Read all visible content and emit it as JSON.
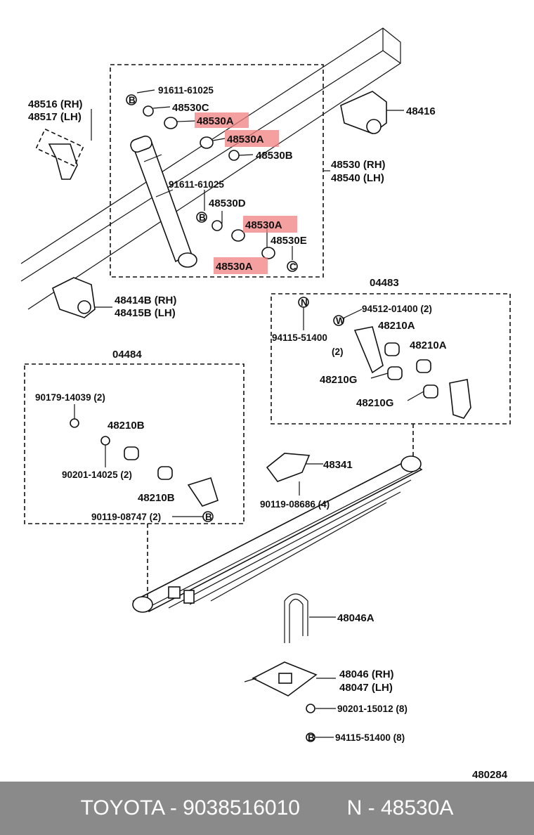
{
  "labels": {
    "p48516": "48516 (RH)",
    "p48517": "48517 (LH)",
    "p91611_a": "91611-61025",
    "p48530c": "48530C",
    "p48530a_1": "48530A",
    "p48530a_2": "48530A",
    "p48530b": "48530B",
    "p48416": "48416",
    "p48530rh": "48530 (RH)",
    "p48540lh": "48540 (LH)",
    "p91611_b": "91611-61025",
    "p48530d": "48530D",
    "p48530a_3": "48530A",
    "p48530e": "48530E",
    "p48530a_4": "48530A",
    "p48414b": "48414B (RH)",
    "p48415b": "48415B (LH)",
    "p04483": "04483",
    "p94512": "94512-01400 (2)",
    "p94115_a": "94115-51400",
    "p94115_a_qty": "(2)",
    "p48210a_1": "48210A",
    "p48210a_2": "48210A",
    "p48210g_1": "48210G",
    "p48210g_2": "48210G",
    "p04484": "04484",
    "p90179": "90179-14039 (2)",
    "p48210b_1": "48210B",
    "p90201_a": "90201-14025 (2)",
    "p48210b_2": "48210B",
    "p90119_a": "90119-08747 (2)",
    "p48341": "48341",
    "p90119_b": "90119-08686 (4)",
    "p48046a": "48046A",
    "p48046": "48046 (RH)",
    "p48047": "48047 (LH)",
    "p90201_b": "90201-15012 (8)",
    "p94115_b": "94115-51400 (8)",
    "diagram_id": "480284"
  },
  "callout_letters": {
    "B": "B",
    "N": "N",
    "W": "W",
    "C": "C"
  },
  "highlighted_part": "48530A",
  "highlight_color": "#f08080",
  "footer": {
    "brand_part": "TOYOTA - 9038516010",
    "ref_part": "N - 48530A",
    "bg_color": "#8a8a8a"
  }
}
